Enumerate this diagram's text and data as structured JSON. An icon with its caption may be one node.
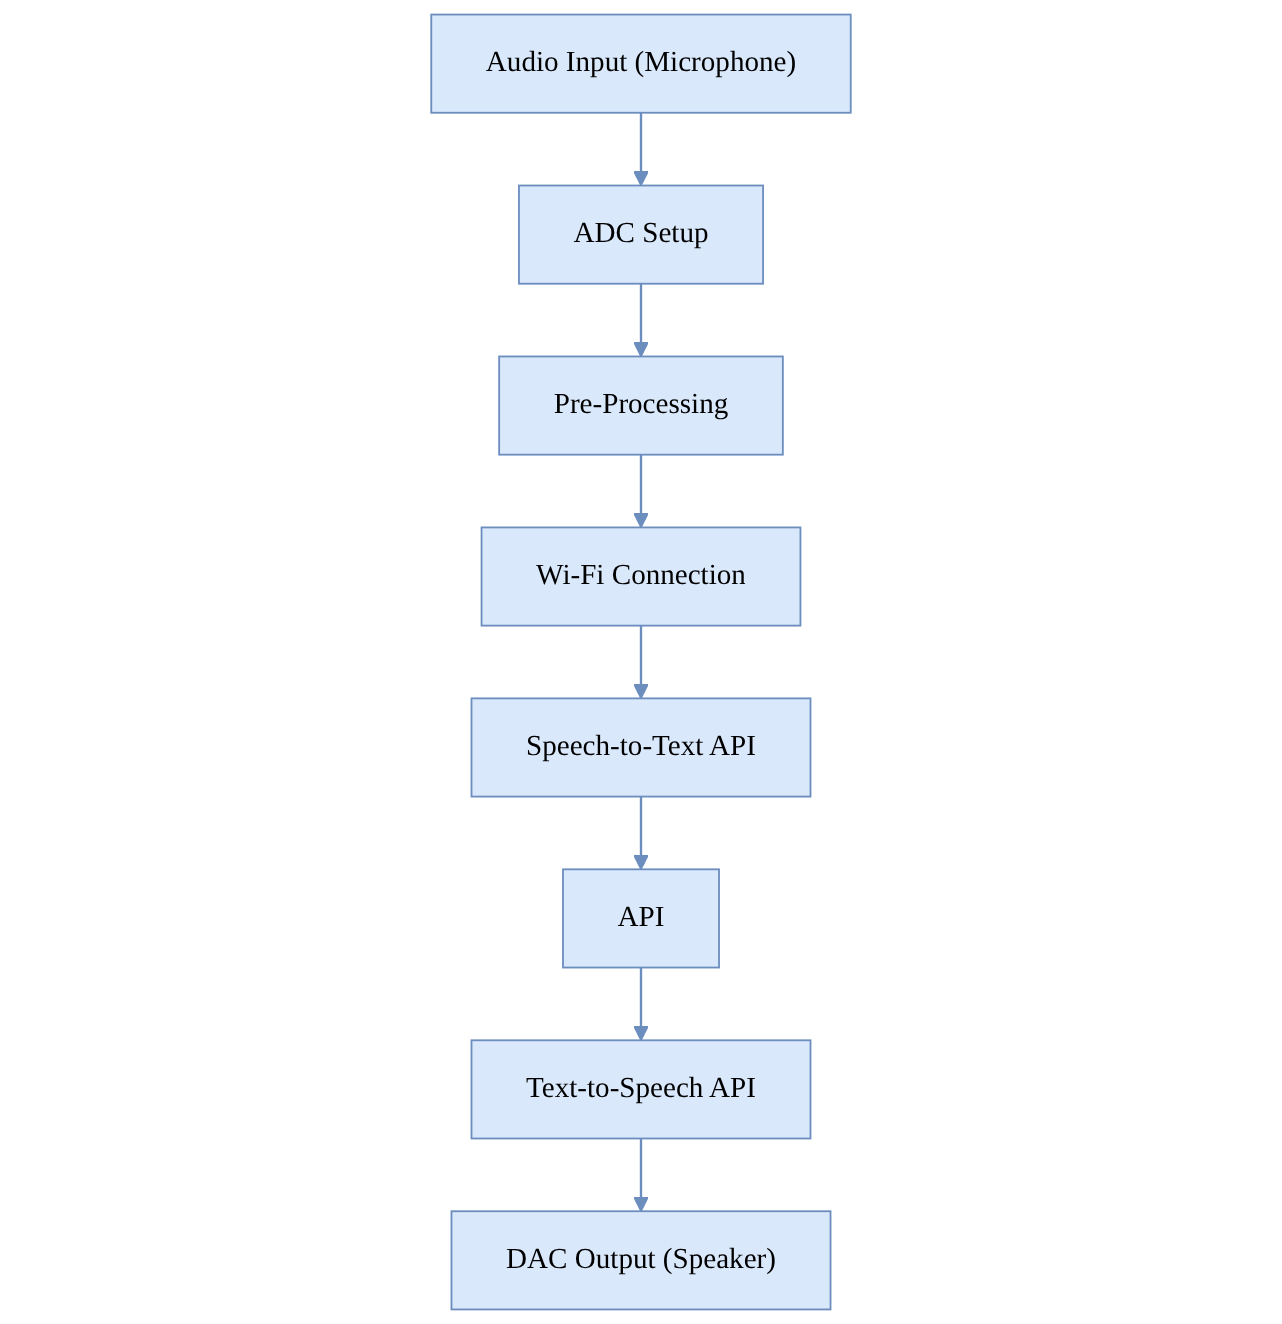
{
  "diagram": {
    "nodes": [
      {
        "text": [
          "Audio Input (Microphone)"
        ]
      },
      {
        "text": [
          "ADC Setup"
        ]
      },
      {
        "text": [
          "Pre-Processing"
        ]
      },
      {
        "text": [
          "Wi-Fi Connection"
        ]
      },
      {
        "text": [
          "DAC Output (Speaker)"
        ]
      },
      {
        "text": [
          "Text-to-Speech API"
        ]
      },
      {
        "text": [
          "API"
        ]
      },
      {
        "text": [
          "Speech-to-Text API"
        ]
      }
    ],
    "edges": [
      {
        "from": 0,
        "to": 1,
        "arrow": "to"
      },
      {
        "from": 1,
        "to": 2,
        "arrow": "to"
      },
      {
        "from": 2,
        "to": 3,
        "arrow": "to"
      },
      {
        "from": 3,
        "to": 7,
        "arrow": "to"
      },
      {
        "from": 7,
        "to": 6,
        "arrow": "to"
      },
      {
        "from": 6,
        "to": 5,
        "arrow": "to"
      },
      {
        "from": 5,
        "to": 4,
        "arrow": "to"
      }
    ]
  }
}
